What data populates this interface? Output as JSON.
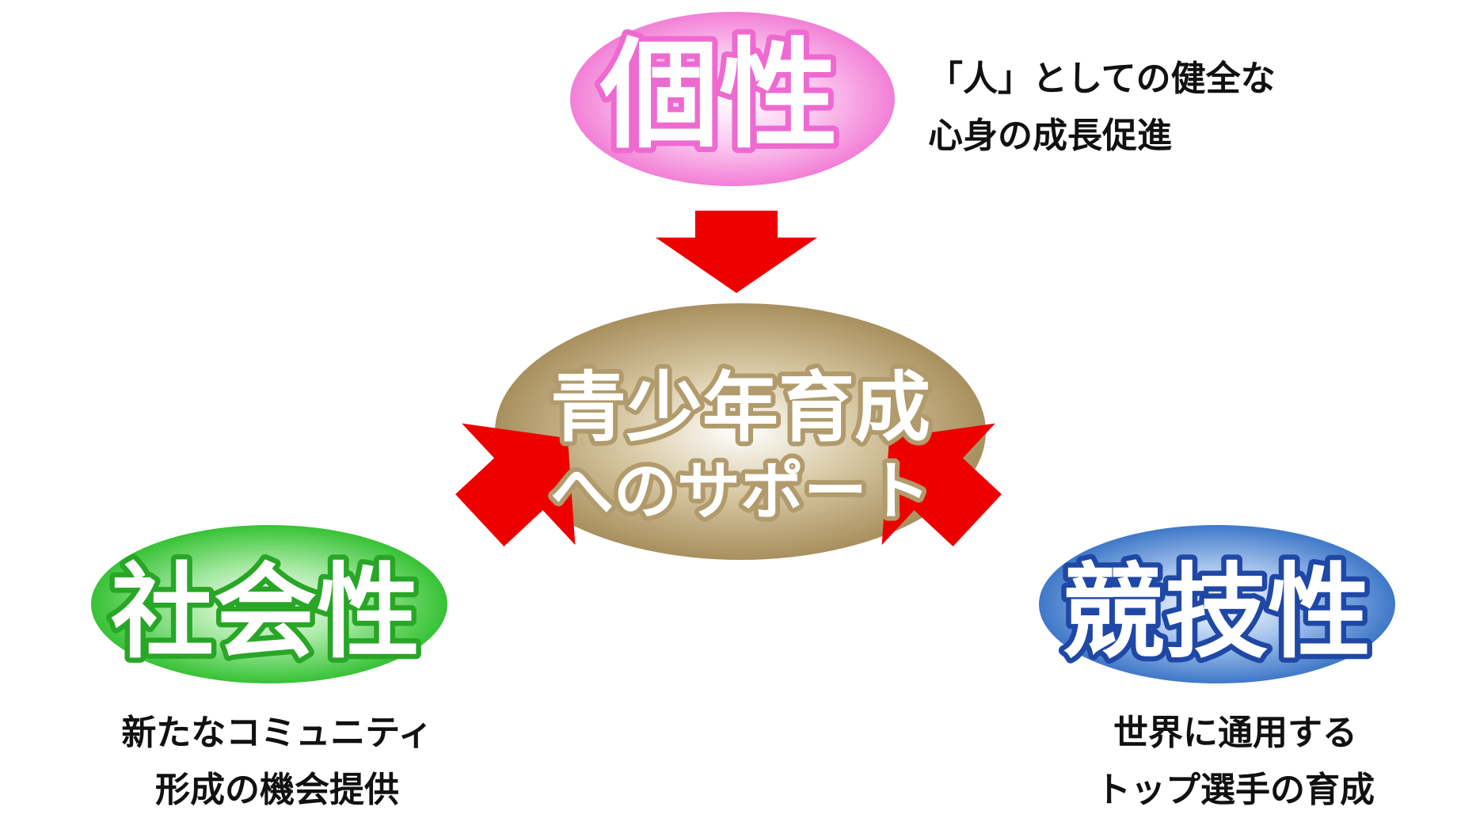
{
  "center": {
    "line1": "青少年育成",
    "line2": "へのサポート",
    "fill_color": "#b19b6c",
    "text_color": "#ffffff",
    "outline_color": "#b19b6c"
  },
  "individuality": {
    "label": "個性",
    "desc_line1": "「人」としての健全な",
    "desc_line2": "心身の成長促進",
    "fill_color": "#f27fd6",
    "outline_color": "#ee6ad0"
  },
  "sociality": {
    "label": "社会性",
    "desc_line1": "新たなコミュニティ",
    "desc_line2": "形成の機会提供",
    "fill_color": "#3cc43a",
    "outline_color": "#28a626"
  },
  "competitiveness": {
    "label": "競技性",
    "desc_line1": "世界に通用する",
    "desc_line2": "トップ選手の育成",
    "fill_color": "#3f78c8",
    "outline_color": "#1f48a6"
  },
  "arrows": {
    "color": "#ee0000",
    "icon": "arrow-icon"
  }
}
